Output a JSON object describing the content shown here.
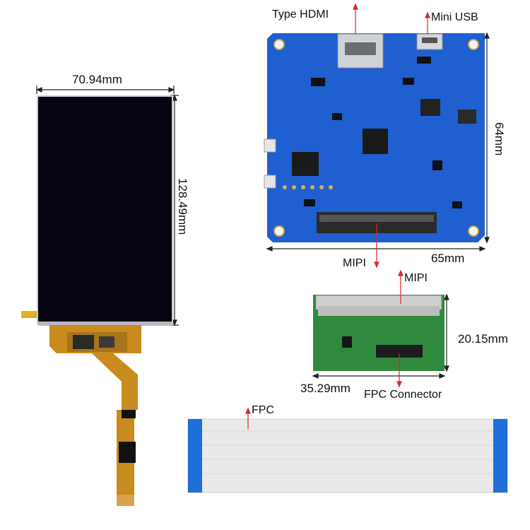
{
  "lcd": {
    "width_label": "70.94mm",
    "height_label": "128.49mm"
  },
  "driver_board": {
    "hdmi_label": "Type HDMI",
    "usb_label": "Mini USB",
    "mipi_label": "MIPI",
    "width_label": "65mm",
    "height_label": "64mm"
  },
  "adapter_board": {
    "mipi_label": "MIPI",
    "fpc_connector_label": "FPC Connector",
    "width_label": "35.29mm",
    "height_label": "20.15mm"
  },
  "fpc_cable": {
    "label": "FPC"
  },
  "colors": {
    "pcb_blue": "#1f5fd0",
    "pcb_green": "#2f8a3e",
    "fpc_orange": "#c98a1e",
    "cable_blue": "#1e6fd8",
    "pointer_red": "#d9262a",
    "screen_black": "#050512"
  }
}
